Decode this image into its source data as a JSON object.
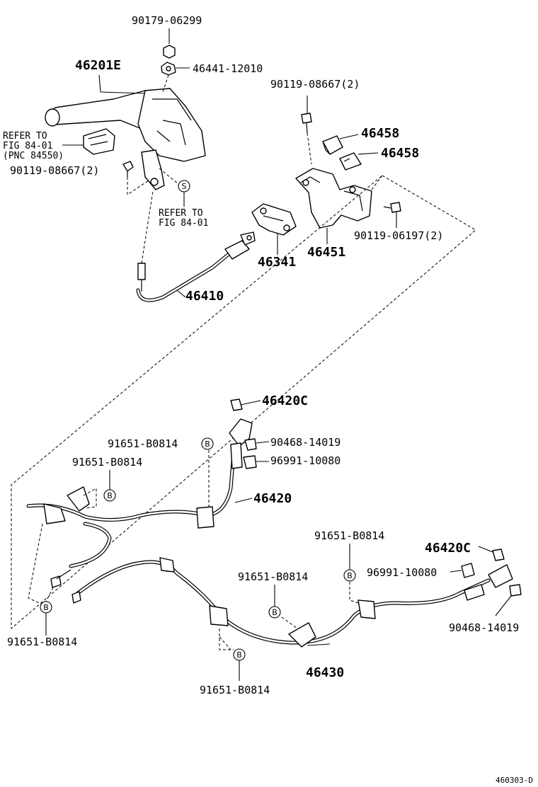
{
  "parts": {
    "p90179_06299": "90179-06299",
    "p46201E": "46201E",
    "p46441_12010": "46441-12010",
    "p90119_08667_2_top": "90119-08667(2)",
    "p46458_a": "46458",
    "p46458_b": "46458",
    "p90119_08667_2_left": "90119-08667(2)",
    "p90119_06197_2": "90119-06197(2)",
    "p46341": "46341",
    "p46451": "46451",
    "p46410": "46410",
    "p46420C_top": "46420C",
    "p90468_14019_top": "90468-14019",
    "p96991_10080_top": "96991-10080",
    "p91651_a": "91651-B0814",
    "p91651_b": "91651-B0814",
    "p46420": "46420",
    "p91651_c": "91651-B0814",
    "p46420C_right": "46420C",
    "p96991_10080_right": "96991-10080",
    "p91651_d": "91651-B0814",
    "p90468_14019_right": "90468-14019",
    "p91651_e": "91651-B0814",
    "p46430": "46430",
    "p91651_f": "91651-B0814"
  },
  "refers": {
    "refer_a_line1": "REFER TO",
    "refer_a_line2": "FIG 84-01",
    "refer_a_line3": "(PNC 84550)",
    "refer_b_line1": "REFER TO",
    "refer_b_line2": "FIG 84-01"
  },
  "badges": {
    "s": "S",
    "b": "B"
  },
  "footer": {
    "code": "460303-D"
  }
}
